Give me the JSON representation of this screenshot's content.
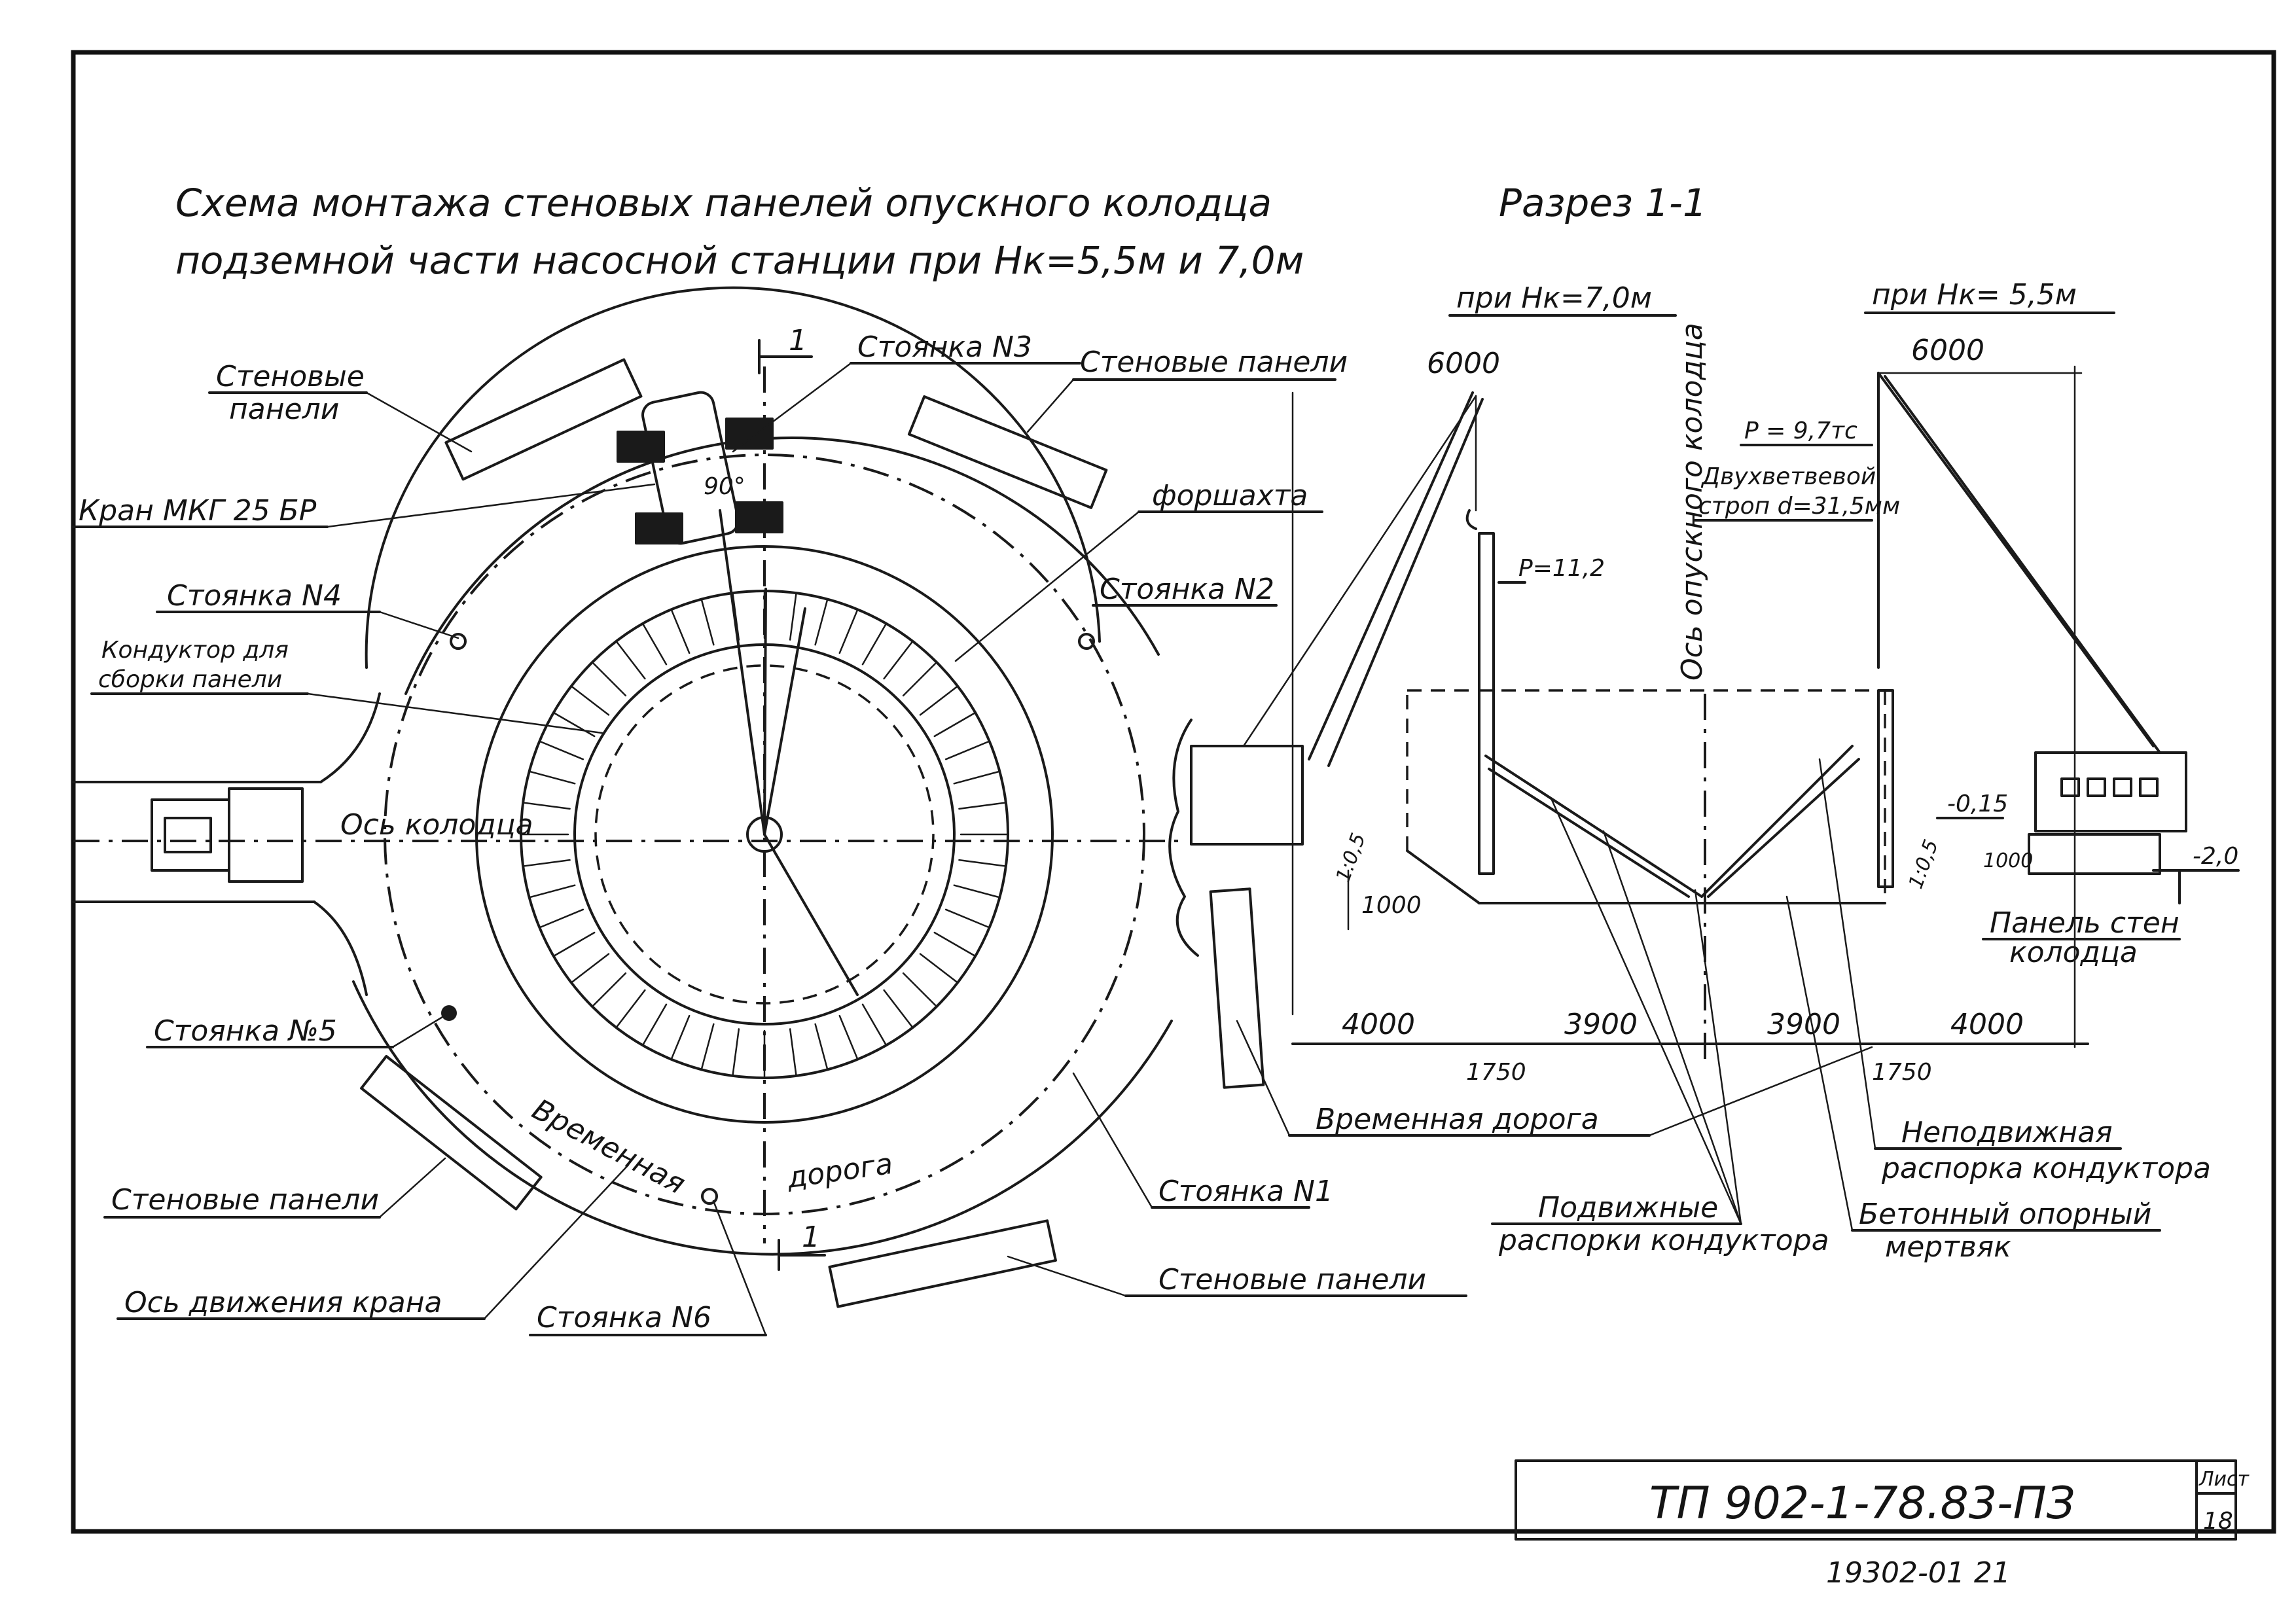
{
  "title": {
    "line1": "Схема монтажа стеновых панелей опускного колодца",
    "line2": "подземной части насосной станции при Нк=5,5м и 7,0м",
    "section": "Разрез 1-1"
  },
  "plan": {
    "labels": {
      "wall_panels_top_left": [
        "Стеновые",
        "панели"
      ],
      "crane": "Кран МКГ 25 БР",
      "station_4": "Стоянка N4",
      "conductor": [
        "Кондуктор для",
        "сборки панели"
      ],
      "well_axis": "Ось колодца",
      "station_5": "Стоянка №5",
      "wall_panels_bottom_left": "Стеновые панели",
      "crane_axis": "Ось движения крана",
      "station_6": "Стоянка N6",
      "temp_road_1": "Временная",
      "temp_road_2": "дорога",
      "station_1": "Стоянка N1",
      "wall_panels_bottom_right": "Стеновые панели",
      "station_2": "Стоянка N2",
      "forshakhta": "форшахта",
      "wall_panels_top_right": "Стеновые панели",
      "station_3": "Стоянка N3",
      "angle": "90°",
      "section_mark": "1"
    }
  },
  "section": {
    "left_caption": "при Нк=7,0м",
    "right_caption": "при Нк= 5,5м",
    "well_axis_vertical": "Ось опускного колодца",
    "labels": {
      "p_left": "Р=11,2",
      "p_right": "Р = 9,7тс",
      "sling": [
        "Двухветвевой",
        "строп d=31,5мм"
      ],
      "minus015": "-0,15",
      "minus20": "-2,0",
      "wall_panel": [
        "Панель стен",
        "колодца"
      ],
      "fixed_strut": [
        "Неподвижная",
        "распорка кондуктора"
      ],
      "concrete_anchor": [
        "Бетонный опорный",
        "мертвяк"
      ],
      "movable_struts": [
        "Подвижные",
        "распорки кондуктора"
      ],
      "temp_road": "Временная дорога",
      "slope_l": "1:0,5",
      "slope_r": "1:0,5"
    },
    "dims": {
      "top_left": "6000",
      "top_right": "6000",
      "d1000_left": "1000",
      "d1000_right": "1000",
      "d4000_left": "4000",
      "d3900_left": "3900",
      "d3900_right": "3900",
      "d4000_right": "4000",
      "d1750_left": "1750",
      "d1750_right": "1750"
    }
  },
  "stamp": {
    "code": "ТП 902-1-78.83-ПЗ",
    "sheet_label": "Лист",
    "sheet_no": "18"
  },
  "footer_code": "19302-01  21"
}
